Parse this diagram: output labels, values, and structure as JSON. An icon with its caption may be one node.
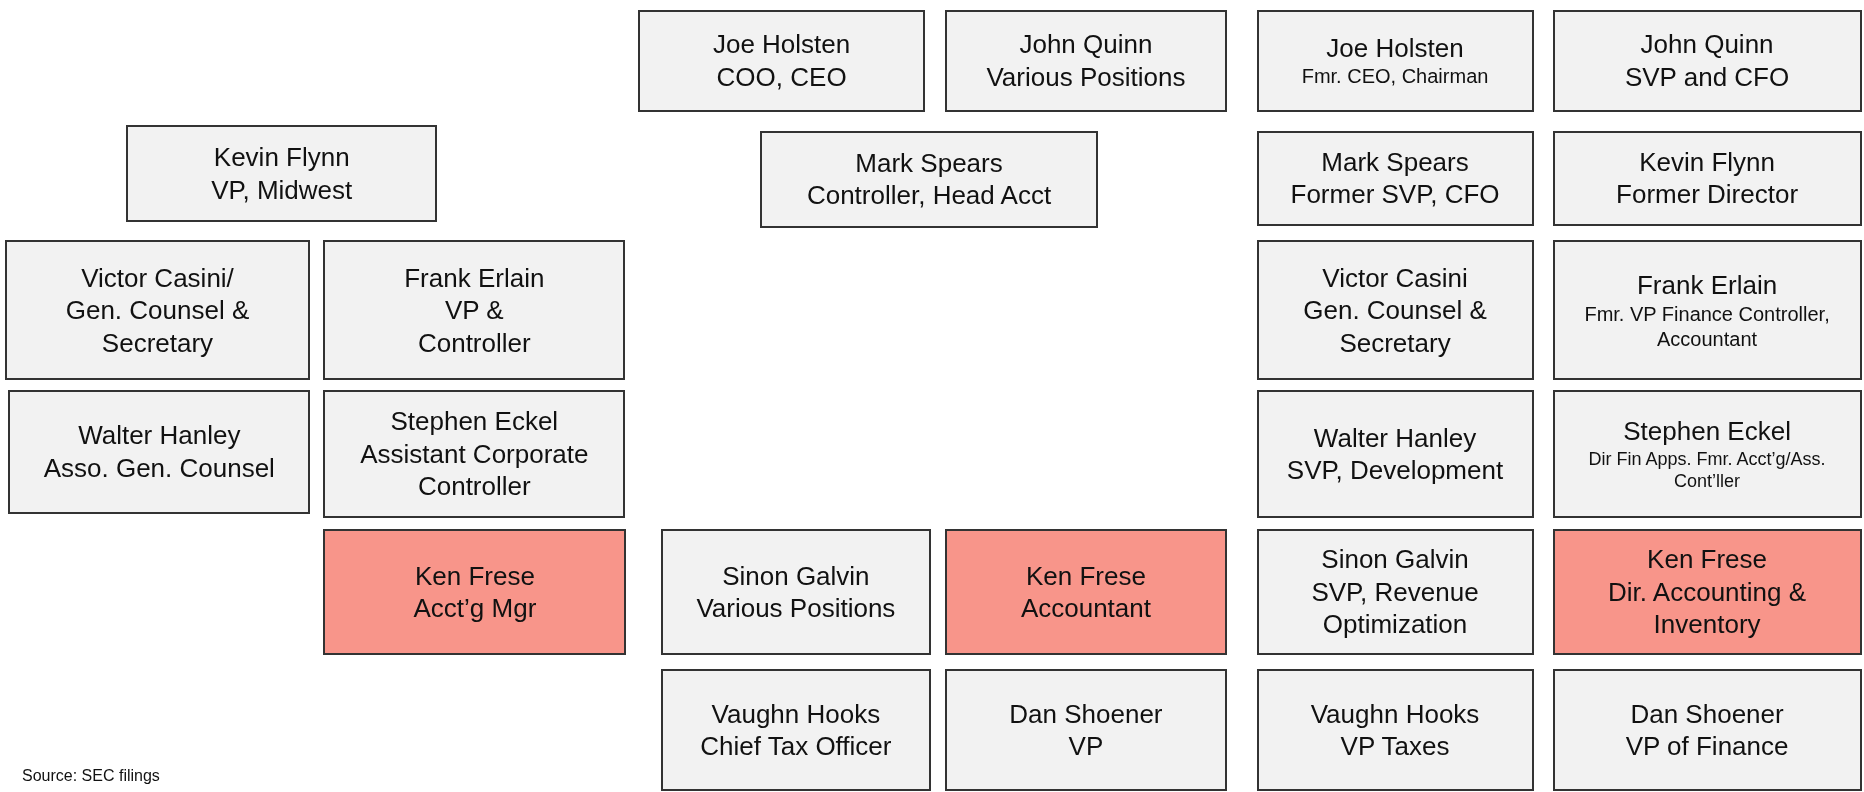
{
  "diagram": {
    "nodes": [
      {
        "text": [
          "Joe Holsten",
          "COO, CEO"
        ]
      },
      {
        "text": [
          "John Quinn",
          "Various Positions"
        ]
      },
      {
        "text": [
          "Joe Holsten",
          "Fmr. CEO, Chairman"
        ]
      },
      {
        "text": [
          "John Quinn",
          "SVP and CFO"
        ]
      },
      {
        "text": [
          "Kevin Flynn",
          "VP, Midwest"
        ]
      },
      {
        "text": [
          "Mark Spears",
          "Controller, Head Acct"
        ]
      },
      {
        "text": [
          "Mark Spears",
          "Former SVP, CFO"
        ]
      },
      {
        "text": [
          "Kevin Flynn",
          "Former Director"
        ]
      },
      {
        "text": [
          "Victor Casini/",
          "Gen. Counsel & Secretary"
        ]
      },
      {
        "text": [
          "Frank Erlain",
          "VP & Controller"
        ]
      },
      {
        "text": [
          "Victor Casini",
          "Gen. Counsel & Secretary"
        ]
      },
      {
        "text": [
          "Frank Erlain",
          "Fmr. VP Finance Controller, Accountant"
        ]
      },
      {
        "text": [
          "Walter Hanley",
          "Asso. Gen. Counsel"
        ]
      },
      {
        "text": [
          "Stephen Eckel",
          "Assistant Corporate Controller"
        ]
      },
      {
        "text": [
          "Walter Hanley",
          "SVP, Development"
        ]
      },
      {
        "text": [
          "Stephen Eckel",
          "Dir Fin Apps. Fmr. Acct’g/Ass. Cont’ller"
        ]
      },
      {
        "text": [
          "Ken Frese",
          "Acct’g Mgr"
        ]
      },
      {
        "text": [
          "Sinon Galvin",
          "Various Positions"
        ]
      },
      {
        "text": [
          "Ken Frese",
          "Accountant"
        ]
      },
      {
        "text": [
          "Sinon Galvin",
          "SVP, Revenue Optimization"
        ]
      },
      {
        "text": [
          "Ken Frese",
          "Dir. Accounting & Inventory"
        ]
      },
      {
        "text": [
          "Vaughn Hooks",
          "Chief Tax Officer"
        ]
      },
      {
        "text": [
          "Dan Shoener",
          "VP"
        ]
      },
      {
        "text": [
          "Vaughn Hooks",
          "VP Taxes"
        ]
      },
      {
        "text": [
          "Dan Shoener",
          "VP of Finance"
        ]
      }
    ],
    "labels": [
      "Source: SEC filings"
    ]
  }
}
